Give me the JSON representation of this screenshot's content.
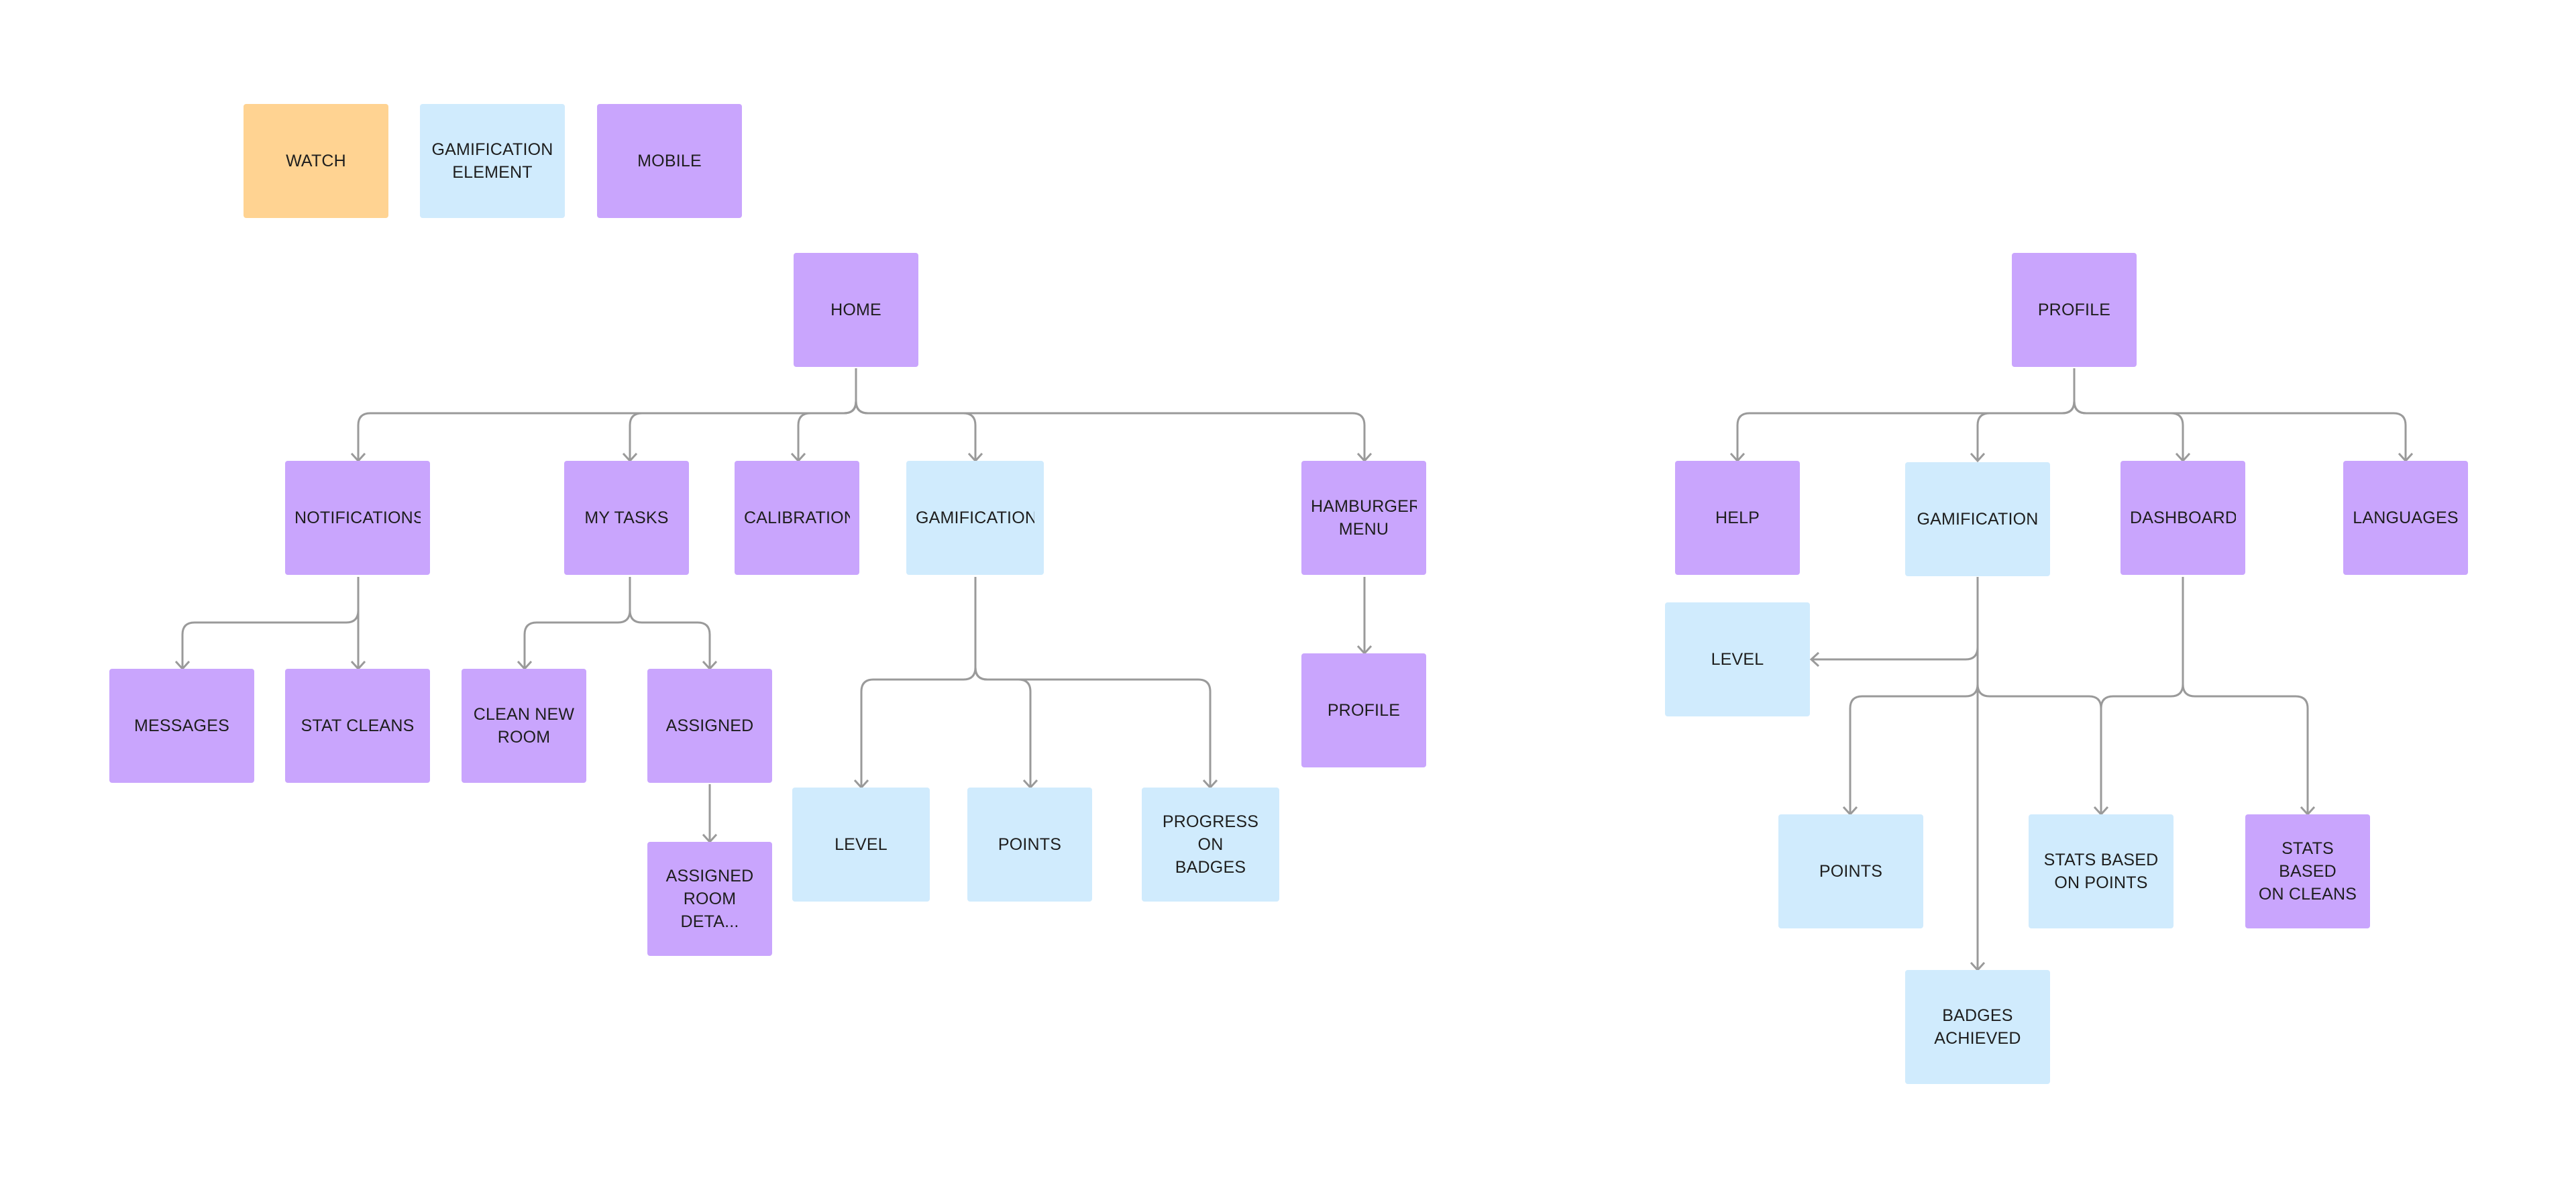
{
  "colors": {
    "watch": "#ffd392",
    "gamification": "#d0ebfd",
    "mobile": "#c9a5fd",
    "connector": "#9a9a9a"
  },
  "legend": {
    "watch": "WATCH",
    "gamification": "GAMIFICATION\nELEMENT",
    "mobile": "MOBILE"
  },
  "home_tree": {
    "root": "HOME",
    "notifications": "NOTIFICATIONS",
    "messages": "MESSAGES",
    "stat_cleans": "STAT CLEANS",
    "my_tasks": "MY TASKS",
    "clean_new_room": "CLEAN NEW\nROOM",
    "assigned": "ASSIGNED",
    "assigned_room_details": "ASSIGNED\nROOM DETA...",
    "calibration": "CALIBRATION",
    "gamification": "GAMIFICATION",
    "level": "LEVEL",
    "points": "POINTS",
    "progress_on_badges": "PROGRESS ON\nBADGES",
    "hamburger_menu": "HAMBURGER\nMENU",
    "profile": "PROFILE"
  },
  "profile_tree": {
    "root": "PROFILE",
    "help": "HELP",
    "gamification": "GAMIFICATION",
    "level": "LEVEL",
    "points": "POINTS",
    "badges_achieved": "BADGES\nACHIEVED",
    "dashboard": "DASHBOARD",
    "stats_based_on_points": "STATS BASED\nON POINTS",
    "stats_based_on_cleans": "STATS BASED\nON CLEANS",
    "languages": "LANGUAGES"
  }
}
